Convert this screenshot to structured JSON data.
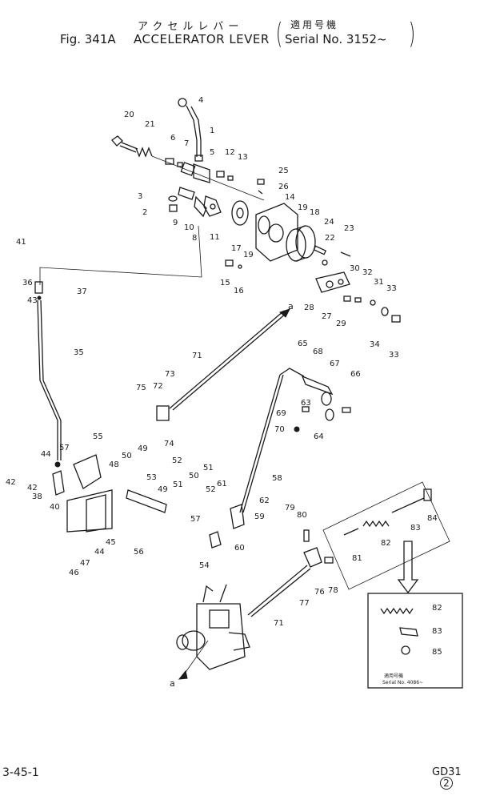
{
  "header": {
    "title_jp": "アクセルレバー",
    "fig_label": "Fig. 341A",
    "title_en": "ACCELERATOR LEVER",
    "serial_jp": "適用号機",
    "serial_en": "Serial No. 3152~",
    "paren_open": "(",
    "paren_close": ")"
  },
  "footer": {
    "page_ref": "3-45-1",
    "model": "GD31",
    "sheet_mark": "2"
  },
  "inset": {
    "note_jp": "適用号機",
    "note_en": "Serial No. 4086~"
  },
  "section_marks": {
    "top": "a",
    "bottom": "a"
  },
  "callouts": [
    "1",
    "2",
    "3",
    "4",
    "5",
    "6",
    "7",
    "8",
    "9",
    "10",
    "11",
    "12",
    "13",
    "14",
    "15",
    "16",
    "17",
    "18",
    "19",
    "19",
    "20",
    "21",
    "22",
    "23",
    "24",
    "25",
    "26",
    "27",
    "28",
    "29",
    "30",
    "31",
    "32",
    "33",
    "33",
    "34",
    "35",
    "36",
    "37",
    "38",
    "40",
    "41",
    "42",
    "42",
    "43",
    "44",
    "44",
    "45",
    "46",
    "47",
    "48",
    "49",
    "49",
    "50",
    "50",
    "51",
    "51",
    "52",
    "52",
    "53",
    "54",
    "55",
    "56",
    "57",
    "57",
    "58",
    "59",
    "60",
    "61",
    "62",
    "63",
    "64",
    "65",
    "66",
    "67",
    "68",
    "69",
    "70",
    "71",
    "71",
    "72",
    "73",
    "74",
    "75",
    "76",
    "77",
    "78",
    "79",
    "80",
    "81",
    "82",
    "83",
    "84",
    "82",
    "83",
    "85"
  ]
}
